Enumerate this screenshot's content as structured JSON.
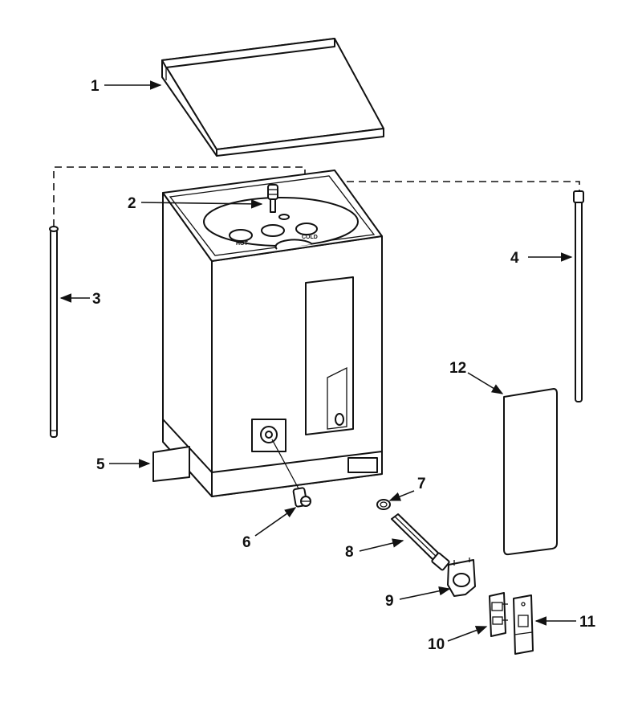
{
  "callouts": [
    {
      "id": 1,
      "label": "1"
    },
    {
      "id": 2,
      "label": "2"
    },
    {
      "id": 3,
      "label": "3"
    },
    {
      "id": 4,
      "label": "4"
    },
    {
      "id": 5,
      "label": "5"
    },
    {
      "id": 6,
      "label": "6"
    },
    {
      "id": 7,
      "label": "7"
    },
    {
      "id": 8,
      "label": "8"
    },
    {
      "id": 9,
      "label": "9"
    },
    {
      "id": 10,
      "label": "10"
    },
    {
      "id": 11,
      "label": "11"
    },
    {
      "id": 12,
      "label": "12"
    }
  ],
  "port_labels": {
    "hot": "HOT",
    "cold": "COLD"
  },
  "colors": {
    "line": "#111111",
    "background": "#ffffff"
  }
}
